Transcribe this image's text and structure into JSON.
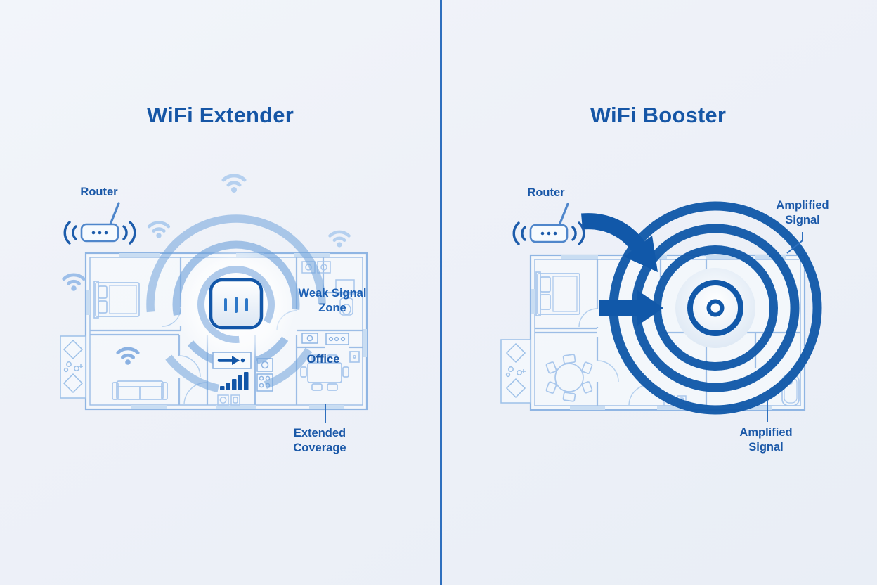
{
  "left_panel": {
    "title": "WiFi Extender",
    "router_label": "Router",
    "weak_signal_zone_label": "Weak Signal Zone",
    "office_label": "Office",
    "extended_coverage_label": "Extended Coverage"
  },
  "right_panel": {
    "title": "WiFi Booster",
    "router_label": "Router",
    "amplified_signal_top_label": "Amplified Signal",
    "amplified_signal_bottom_label": "Amplified Signal"
  },
  "icons": {
    "router-icon": "wifi router box with antenna and radiating side waves",
    "wifi-signal-icon": "dot with two wifi arcs",
    "extender-device-icon": "rounded square device with three vertical bars",
    "coverage-waves-icon": "broken concentric arcs radiating from extender",
    "direction-arrow-icon": "right arrow in small box",
    "signal-strength-bars-icon": "five ascending signal bars",
    "curved-arrow-icon": "thick curved arrow into rings",
    "straight-arrow-icon": "thick straight arrow into rings",
    "amplified-rings-icon": "bold concentric target rings with center dot"
  },
  "colors": {
    "background": "#eef1f8",
    "divider_blue": "#2e6fbe",
    "title_blue": "#1656a6",
    "label_blue": "#1a58a8",
    "accent_dark_blue": "#1158a9",
    "wave_blue": "#6fa2da",
    "blueprint_line_blue": "#9cbde6",
    "light_wifi_blue": "#b5d0ef"
  }
}
